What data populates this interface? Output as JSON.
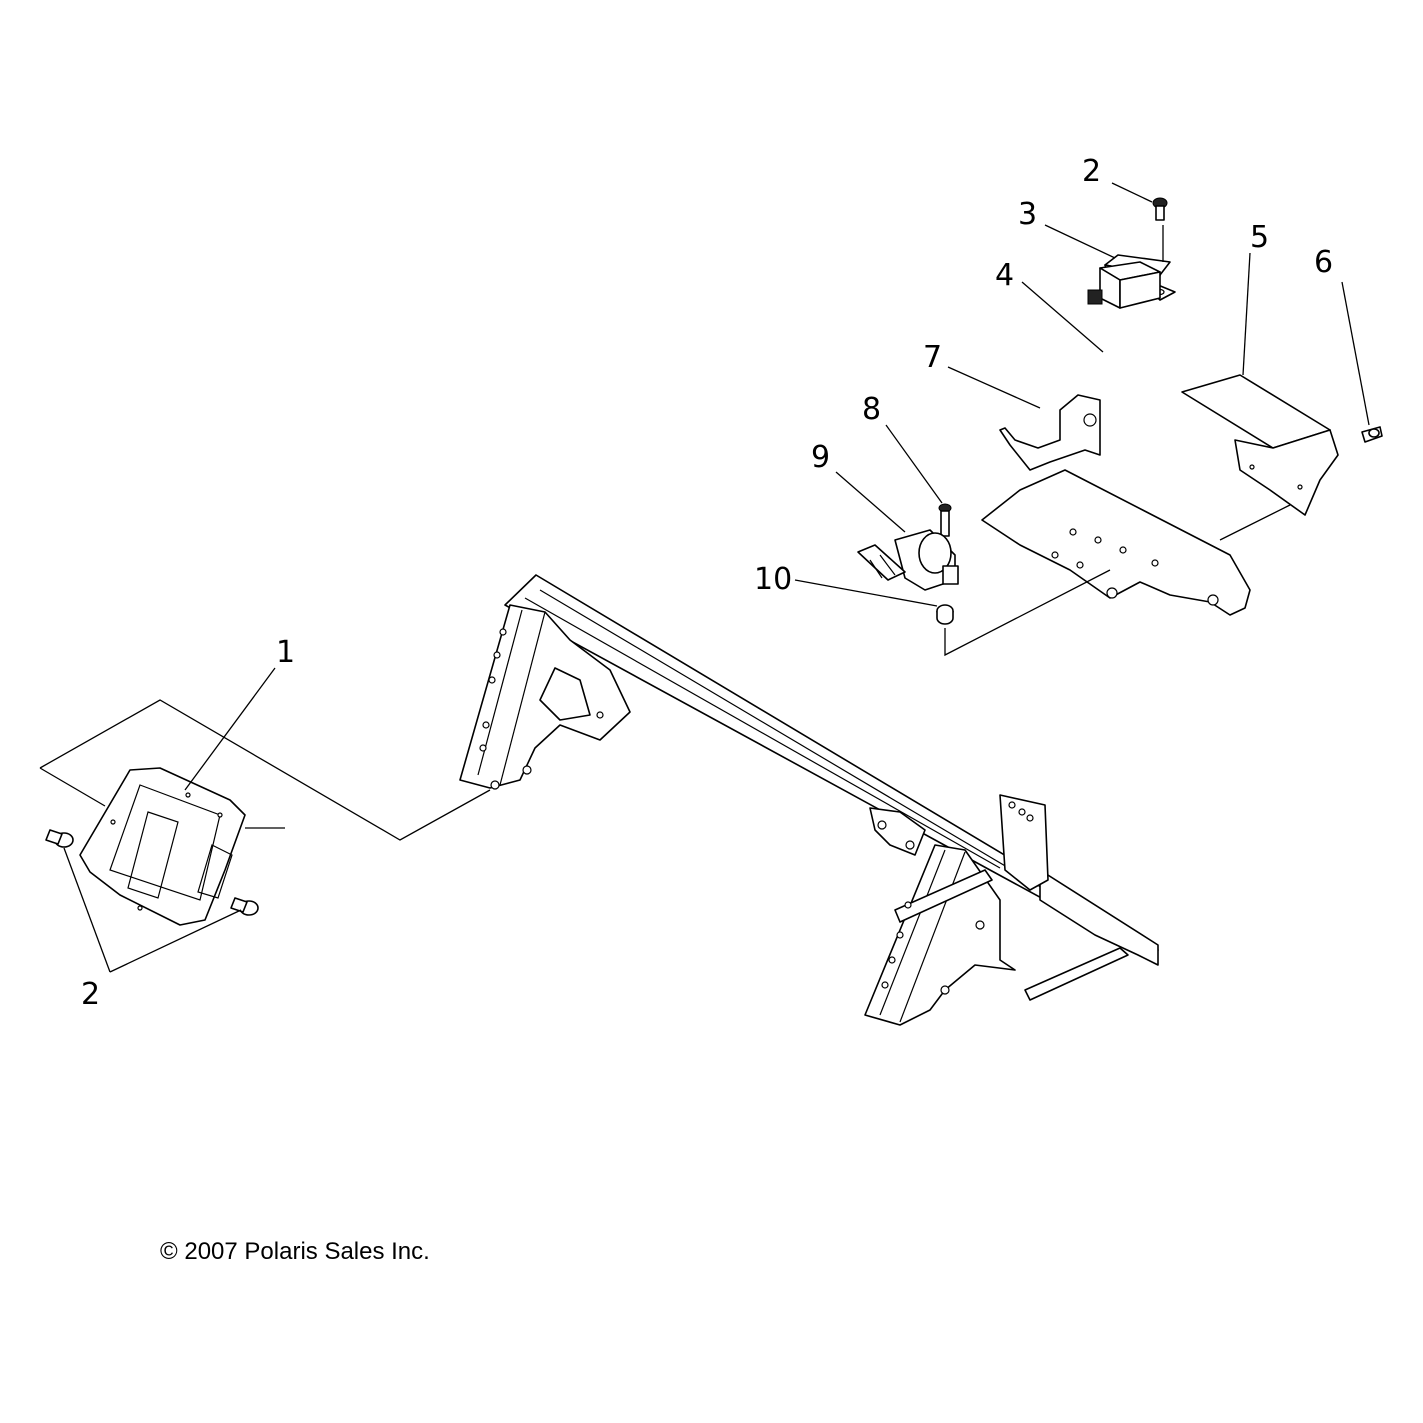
{
  "diagram": {
    "callouts": [
      {
        "id": "1",
        "label": "1"
      },
      {
        "id": "2a",
        "label": "2"
      },
      {
        "id": "2b",
        "label": "2"
      },
      {
        "id": "3",
        "label": "3"
      },
      {
        "id": "4",
        "label": "4"
      },
      {
        "id": "5",
        "label": "5"
      },
      {
        "id": "6",
        "label": "6"
      },
      {
        "id": "7",
        "label": "7"
      },
      {
        "id": "8",
        "label": "8"
      },
      {
        "id": "9",
        "label": "9"
      },
      {
        "id": "10",
        "label": "10"
      }
    ]
  },
  "footer": {
    "copyright": "© 2007 Polaris Sales Inc."
  }
}
